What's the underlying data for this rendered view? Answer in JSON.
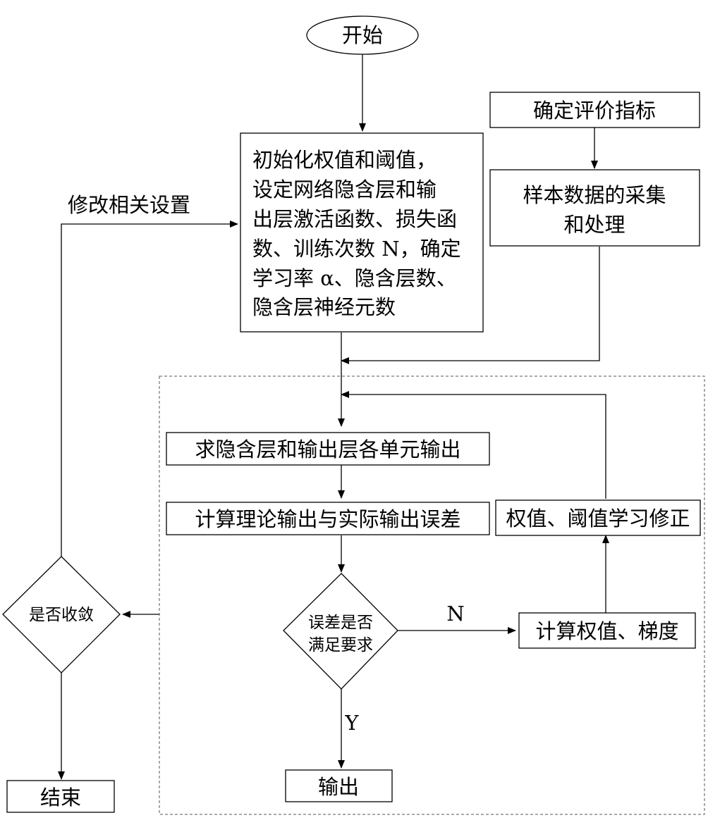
{
  "nodes": {
    "start": "开始",
    "init_lines": [
      "初始化权值和阈值，",
      "设定网络隐含层和输",
      "出层激活函数、损失函",
      "数、训练次数 N，确定",
      "学习率 α、隐含层数、",
      "隐含层神经元数"
    ],
    "define_indicators": "确定评价指标",
    "sample_lines": [
      "样本数据的采集",
      "和处理"
    ],
    "modify_settings": "修改相关设置",
    "compute_outputs": "求隐含层和输出层各单元输出",
    "compute_error": "计算理论输出与实际输出误差",
    "weight_update": "权值、阈值学习修正",
    "error_check_lines": [
      "误差是否",
      "满足要求"
    ],
    "compute_gradient": "计算权值、梯度",
    "converge_check": "是否收敛",
    "output": "输出",
    "end": "结束"
  },
  "edge_labels": {
    "no": "N",
    "yes": "Y"
  }
}
